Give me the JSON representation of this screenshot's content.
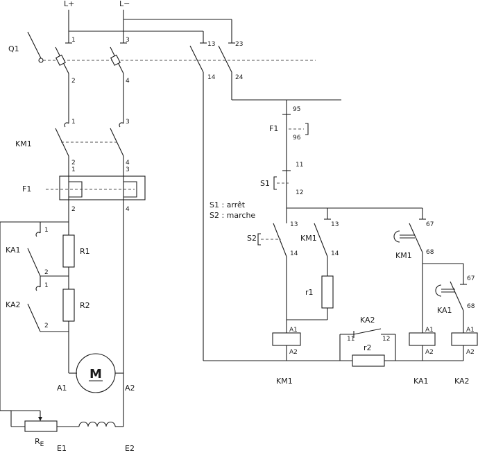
{
  "supply": {
    "plus": "L+",
    "minus": "L−"
  },
  "power": {
    "q1": "Q1",
    "km1": "KM1",
    "f1": "F1",
    "ka1": "KA1",
    "ka2": "KA2",
    "r1": "R1",
    "r2": "R2",
    "motor": "M",
    "a1": "A1",
    "a2": "A2",
    "e1": "E1",
    "e2": "E2",
    "re_main": "R",
    "re_sub": "E"
  },
  "terminals": {
    "t1": "1",
    "t2": "2",
    "t3": "3",
    "t4": "4",
    "t11": "11",
    "t12": "12",
    "t13": "13",
    "t14": "14",
    "t23": "23",
    "t24": "24",
    "t67": "67",
    "t68": "68",
    "t95": "95",
    "t96": "96",
    "ta1": "A1",
    "ta2": "A2"
  },
  "control": {
    "f1": "F1",
    "s1": "S1",
    "s2": "S2",
    "km1": "KM1",
    "ka1": "KA1",
    "ka2": "KA2",
    "r1": "r1",
    "r2": "r2",
    "legend_s1": "S1 : arrêt",
    "legend_s2": "S2 : marche",
    "coil_km1": "KM1",
    "coil_ka1": "KA1",
    "coil_ka2": "KA2"
  }
}
